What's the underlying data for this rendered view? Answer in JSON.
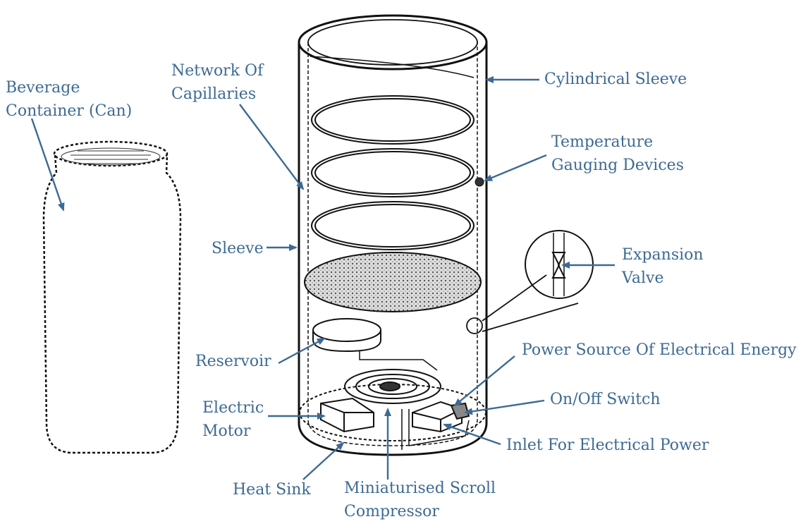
{
  "labels": {
    "can": [
      "Beverage",
      "Container (Can)"
    ],
    "capillaries": [
      "Network Of",
      "Capillaries"
    ],
    "cyl_sleeve": "Cylindrical Sleeve",
    "temp": [
      "Temperature",
      "Gauging Devices"
    ],
    "sleeve": "Sleeve",
    "expansion": [
      "Expansion",
      "Valve"
    ],
    "reservoir": "Reservoir",
    "power_source": "Power Source Of Electrical Energy",
    "motor": [
      "Electric",
      "Motor"
    ],
    "switch": "On/Off Switch",
    "inlet": "Inlet For Electrical Power",
    "heat_sink": "Heat Sink",
    "compressor": [
      "Miniaturised Scroll",
      "Compressor"
    ]
  },
  "colors": {
    "label": "#3d6a94",
    "line_art": "#111111",
    "background": "#ffffff"
  }
}
